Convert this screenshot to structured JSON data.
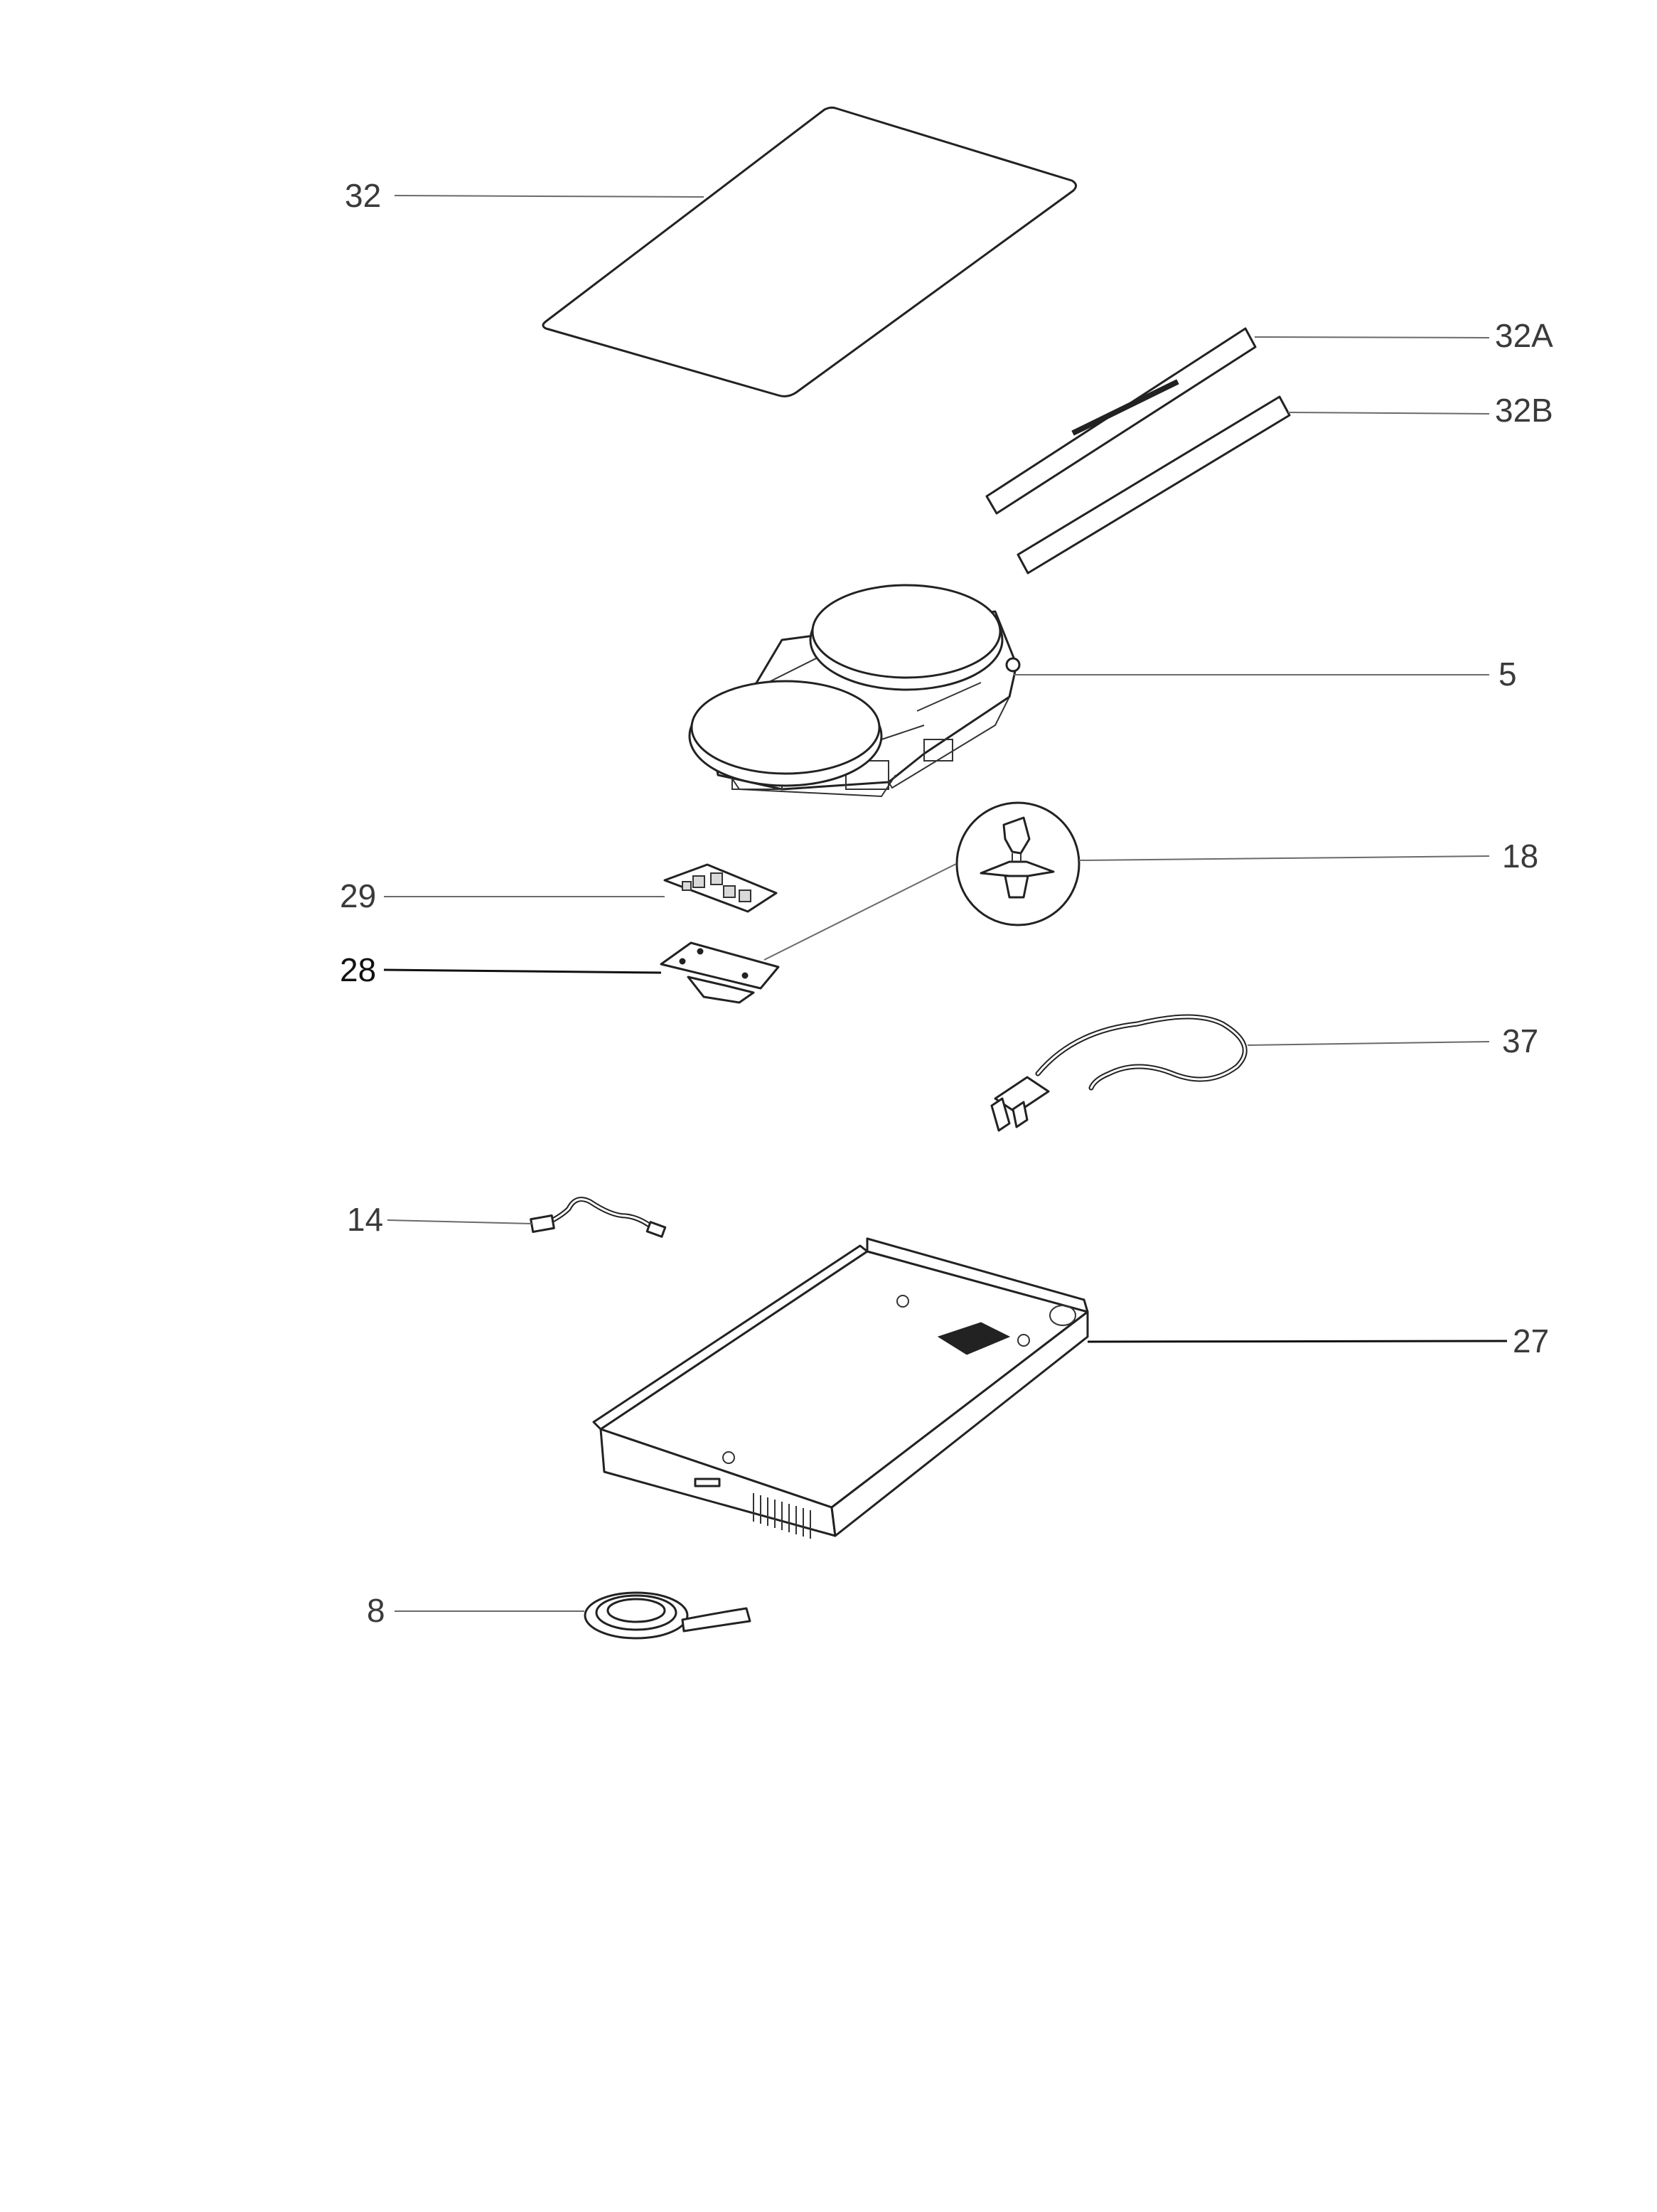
{
  "callouts": {
    "c32": "32",
    "c32a": "32A",
    "c32b": "32B",
    "c5": "5",
    "c18": "18",
    "c29": "29",
    "c28": "28",
    "c37": "37",
    "c14": "14",
    "c27": "27",
    "c8": "8"
  }
}
